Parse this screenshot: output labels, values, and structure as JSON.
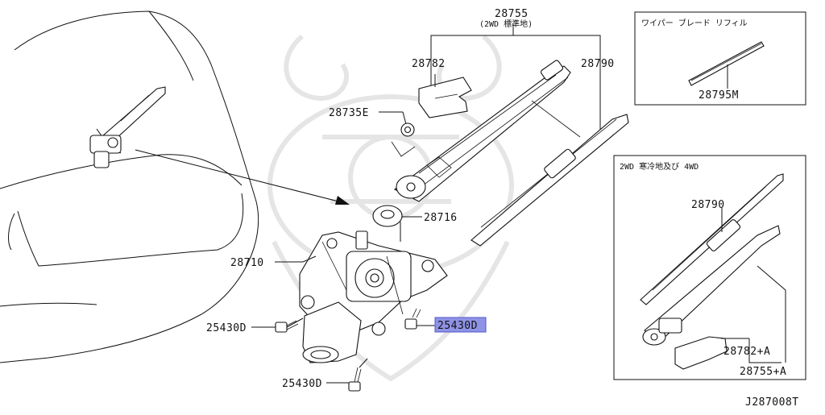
{
  "diagram": {
    "refs": {
      "p28755": "28755",
      "p28755_note": "(2WD 標準地)",
      "p28782": "28782",
      "p28790": "28790",
      "p28735E": "28735E",
      "p28716": "28716",
      "p28710": "28710",
      "p25430D_left": "25430D",
      "p25430D_right": "25430D",
      "p25430D_bottom": "25430D"
    },
    "refill_box": {
      "title": "ワイパー ブレード リフィル",
      "part": "28795M"
    },
    "variant_box": {
      "title": "2WD 寒冷地及び 4WD",
      "p28790": "28790",
      "p28782A": "28782+A",
      "p28755A": "28755+A"
    },
    "diagram_id": "J287008T",
    "highlight_color": "#8f93e6"
  }
}
